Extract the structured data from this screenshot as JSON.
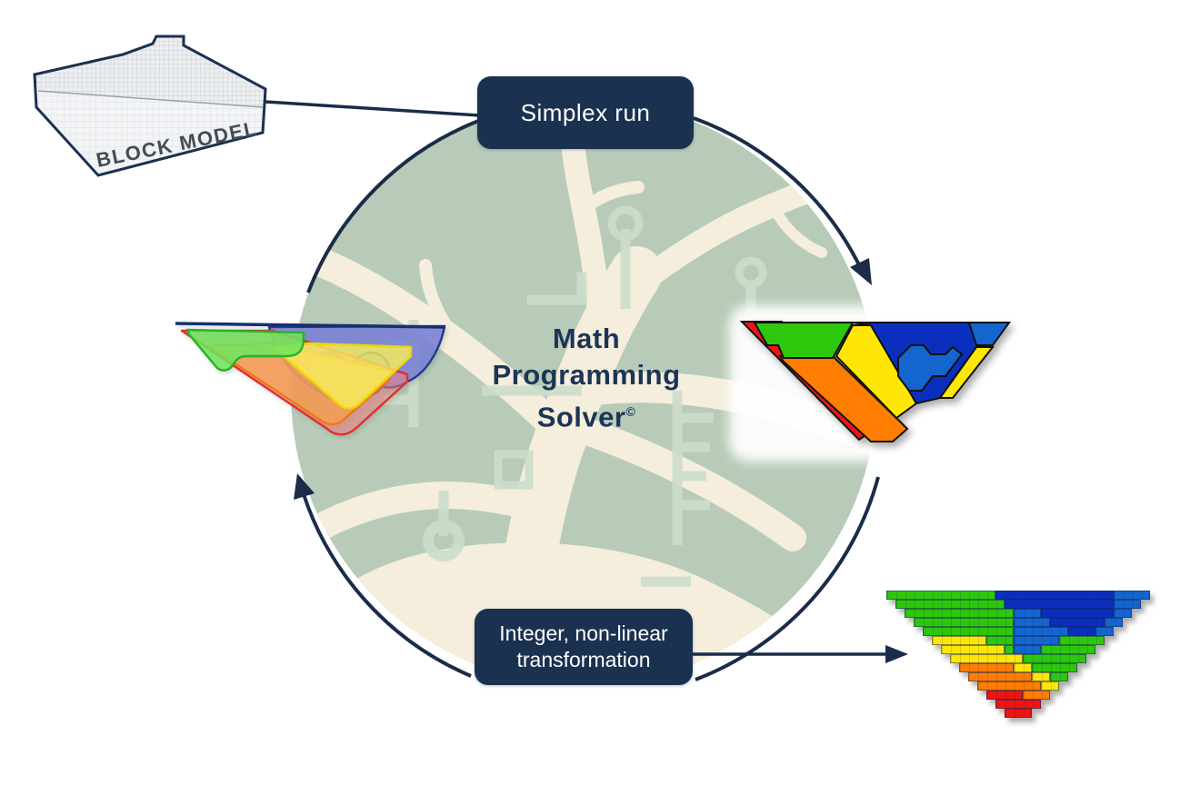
{
  "colors": {
    "navy": "#1b3150",
    "ink": "#1c3557",
    "arc": "#1a2c48",
    "sage": "#b7cbb8",
    "cream": "#f5eedc",
    "circuit": "#cdddcb",
    "red": "#ee1511",
    "green": "#2ec70c",
    "orange": "#ff7d00",
    "yellow": "#ffe606",
    "dark_blue": "#0a2fbf",
    "med_blue": "#1565cf",
    "violet": "#7c82d8",
    "steel_blue": "#5a8cdc",
    "pink": "#f28282",
    "pastel_orange": "#f6a050",
    "pastel_yellow": "#faf05a",
    "pastel_green": "#6ee65e",
    "model_face": "#f3f4f6",
    "model_mesh": "#c2c6cd"
  },
  "block_model": {
    "label": "BLOCK MODEL"
  },
  "boxes": {
    "simplex_label": "Simplex run",
    "transform_line1": "Integer, non-linear",
    "transform_line2": "transformation"
  },
  "center": {
    "line1": "Math",
    "line2": "Programming",
    "line3": "Solver",
    "superscript": "©"
  },
  "pixel_pit": {
    "cell": 10,
    "palette": {
      "G": "green",
      "D": "dark_blue",
      "B": "med_blue",
      "Y": "yellow",
      "O": "orange",
      "R": "red"
    },
    "rows": [
      [
        [
          0,
          11,
          "G"
        ],
        [
          12,
          24,
          "D"
        ],
        [
          25,
          28,
          "B"
        ]
      ],
      [
        [
          1,
          12,
          "G"
        ],
        [
          13,
          24,
          "D"
        ],
        [
          25,
          27,
          "B"
        ]
      ],
      [
        [
          2,
          13,
          "G"
        ],
        [
          14,
          16,
          "B"
        ],
        [
          17,
          24,
          "D"
        ],
        [
          25,
          26,
          "B"
        ]
      ],
      [
        [
          3,
          13,
          "G"
        ],
        [
          14,
          17,
          "B"
        ],
        [
          18,
          23,
          "D"
        ],
        [
          24,
          25,
          "B"
        ]
      ],
      [
        [
          4,
          13,
          "G"
        ],
        [
          14,
          19,
          "B"
        ],
        [
          20,
          22,
          "D"
        ],
        [
          23,
          24,
          "B"
        ]
      ],
      [
        [
          5,
          10,
          "Y"
        ],
        [
          11,
          13,
          "G"
        ],
        [
          14,
          18,
          "B"
        ],
        [
          19,
          23,
          "G"
        ]
      ],
      [
        [
          6,
          12,
          "Y"
        ],
        [
          13,
          13,
          "G"
        ],
        [
          14,
          16,
          "B"
        ],
        [
          17,
          22,
          "G"
        ]
      ],
      [
        [
          7,
          14,
          "Y"
        ],
        [
          15,
          21,
          "G"
        ]
      ],
      [
        [
          8,
          13,
          "O"
        ],
        [
          14,
          15,
          "Y"
        ],
        [
          16,
          20,
          "G"
        ]
      ],
      [
        [
          9,
          15,
          "O"
        ],
        [
          16,
          17,
          "Y"
        ],
        [
          18,
          19,
          "G"
        ]
      ],
      [
        [
          10,
          16,
          "O"
        ],
        [
          17,
          18,
          "Y"
        ]
      ],
      [
        [
          11,
          14,
          "R"
        ],
        [
          15,
          17,
          "O"
        ]
      ],
      [
        [
          12,
          16,
          "R"
        ]
      ],
      [
        [
          13,
          15,
          "R"
        ]
      ]
    ]
  }
}
